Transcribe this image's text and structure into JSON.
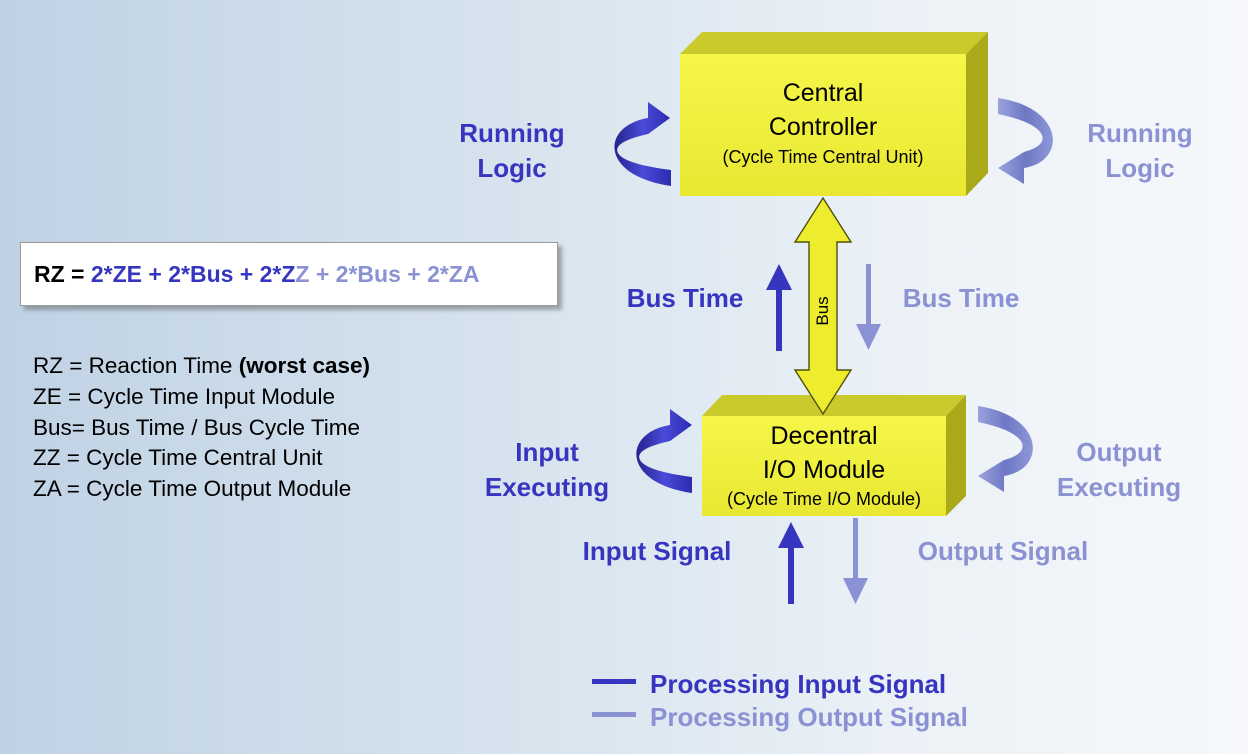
{
  "formula": {
    "prefix": "RZ = ",
    "input_part": "2*ZE + 2*Bus + 2*Z",
    "output_part": "Z + 2*Bus + 2*ZA"
  },
  "definitions": [
    {
      "text": "RZ = Reaction Time ",
      "bold": "(worst case)"
    },
    {
      "text": "ZE = Cycle Time Input Module",
      "bold": ""
    },
    {
      "text": "Bus= Bus Time / Bus Cycle Time",
      "bold": ""
    },
    {
      "text": "ZZ = Cycle Time Central Unit",
      "bold": ""
    },
    {
      "text": "ZA = Cycle Time Output Module",
      "bold": ""
    }
  ],
  "central_controller": {
    "line1": "Central",
    "line2": "Controller",
    "subtitle": "(Cycle Time Central Unit)"
  },
  "io_module": {
    "line1": "Decentral",
    "line2": "I/O Module",
    "subtitle": "(Cycle Time I/O Module)"
  },
  "bus_label": "Bus",
  "labels": {
    "running_logic_left": [
      "Running",
      "Logic"
    ],
    "running_logic_right": [
      "Running",
      "Logic"
    ],
    "bus_time_left": "Bus Time",
    "bus_time_right": "Bus Time",
    "input_executing": [
      "Input",
      "Executing"
    ],
    "output_executing": [
      "Output",
      "Executing"
    ],
    "input_signal": "Input Signal",
    "output_signal": "Output Signal"
  },
  "legend": {
    "input": "Processing Input Signal",
    "output": "Processing Output Signal"
  },
  "colors": {
    "input": "#3535bf",
    "output": "#8a92d4",
    "box_yellow": "#f0f03c",
    "box_top": "#c8c82a",
    "box_side": "#a8a818"
  }
}
